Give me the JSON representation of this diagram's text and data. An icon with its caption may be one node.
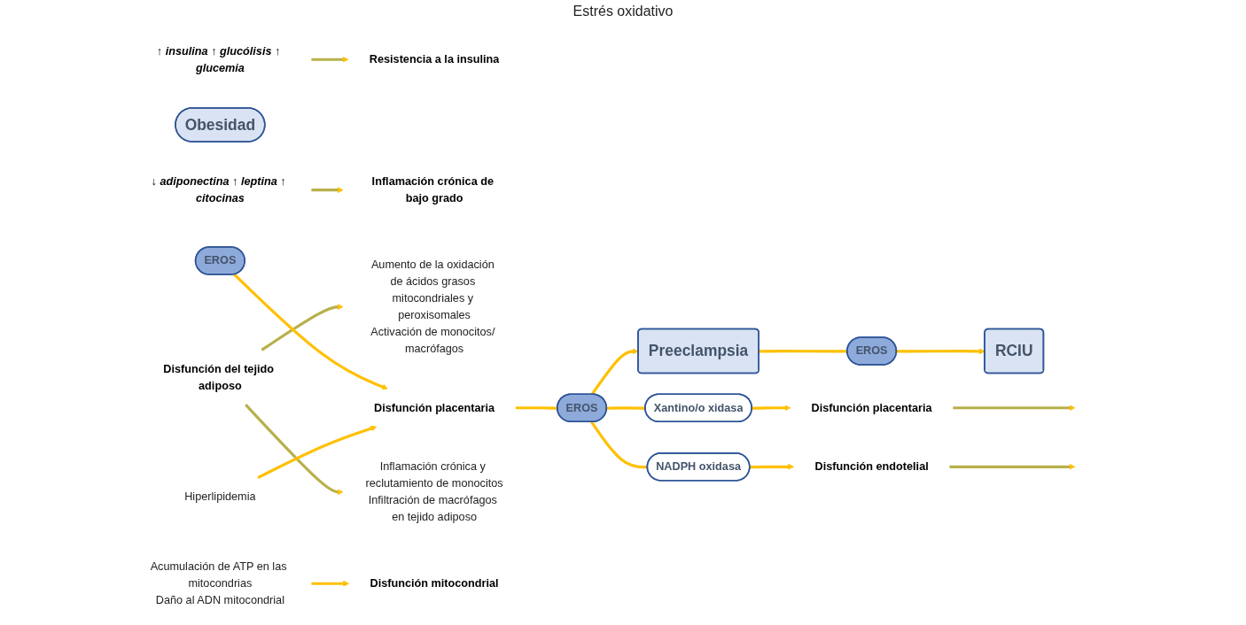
{
  "diagram": {
    "nodes": [
      {
        "text": [
          "↑ insulina ↑ glucólisis ↑ glucemia"
        ]
      },
      {
        "text": [
          "Resistencia a la insulina"
        ]
      },
      {
        "text": [
          "Obesidad"
        ]
      },
      {
        "text": [
          "↓ adiponectina ↑ leptina ↑ citocinas"
        ]
      },
      {
        "text": [
          "Inflamación crónica de bajo grado"
        ]
      },
      {
        "text": [
          "Disfunción del tejido adiposo"
        ]
      },
      {
        "text": [
          "Aumento de la oxidación de ácidos grasos mitocondriales y peroxisomales",
          "Activación de monocitos/ macrófagos"
        ]
      },
      {
        "text": [
          "EROS"
        ]
      },
      {
        "text": [
          "Hiperlipidemia"
        ]
      },
      {
        "text": [
          "Disfunción placentaria"
        ]
      },
      {
        "text": [
          "Inflamación crónica y reclutamiento de monocitos",
          "Infiltración de macrófagos en tejido adiposo"
        ]
      },
      {
        "text": [
          "Acumulación de ATP en las mitocondrias",
          "Daño al ADN mitocondrial"
        ]
      },
      {
        "text": [
          "Disfunción mitocondrial"
        ]
      },
      {
        "text": [
          "EROS"
        ]
      },
      {
        "text": [
          "Xantino/o xidasa"
        ]
      },
      {
        "text": [
          "Preeclampsia"
        ]
      },
      {
        "text": [
          "NADPH oxidasa"
        ]
      },
      {
        "text": [
          "Disfunción placentaria"
        ]
      },
      {
        "text": [
          "Disfunción endotelial"
        ]
      },
      {
        "text": [
          "EROS"
        ]
      },
      {
        "text": [
          "RCIU"
        ]
      }
    ],
    "edges": [
      {
        "from": 0,
        "to": 1,
        "arrow": "to",
        "color": "#b8b04a"
      },
      {
        "from": 3,
        "to": 4,
        "arrow": "to",
        "color": "#b8b04a"
      },
      {
        "from": 5,
        "to": 6,
        "arrow": "to",
        "color": "#b8b04a"
      },
      {
        "from": 5,
        "to": 10,
        "arrow": "to",
        "color": "#b8b04a"
      },
      {
        "from": 7,
        "to": 9,
        "arrow": "to"
      },
      {
        "from": 8,
        "to": 9,
        "arrow": "to"
      },
      {
        "from": 11,
        "to": 12,
        "arrow": "to"
      },
      {
        "from": 9,
        "to": 13,
        "arrow": "none"
      },
      {
        "from": 13,
        "to": 14,
        "arrow": "none"
      },
      {
        "from": 13,
        "to": 15,
        "arrow": "to"
      },
      {
        "from": 13,
        "to": 16,
        "arrow": "none"
      },
      {
        "from": 14,
        "to": 17,
        "arrow": "to"
      },
      {
        "from": 16,
        "to": 18,
        "arrow": "to"
      },
      {
        "from": 15,
        "to": 19,
        "arrow": "none"
      },
      {
        "from": 19,
        "to": 20,
        "arrow": "to"
      },
      {
        "from": 17,
        "to": null,
        "arrow": "to",
        "color": "#b8b04a"
      },
      {
        "from": 18,
        "to": null,
        "arrow": "to",
        "color": "#b8b04a"
      }
    ],
    "labels": [
      "Estrés oxidativo"
    ]
  }
}
